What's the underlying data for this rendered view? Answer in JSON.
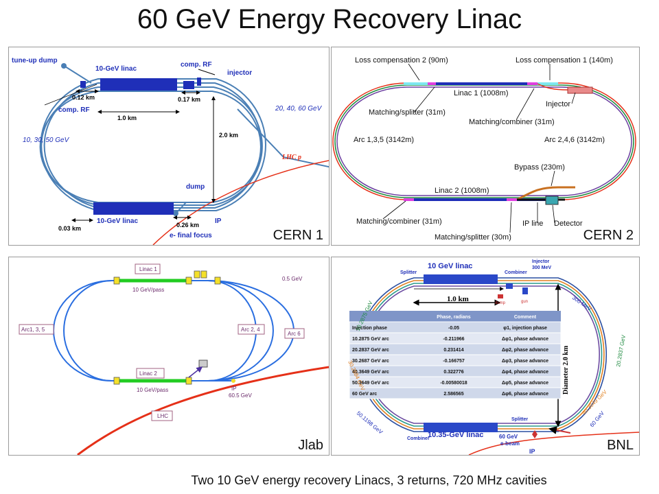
{
  "title": "60 GeV Energy Recovery Linac",
  "footer": "Two 10 GeV energy recovery Linacs, 3 returns, 720 MHz cavities",
  "colors": {
    "beamline": "#4a7fb5",
    "linac": "#1f2fb8",
    "jlab_linac": "#22cc22",
    "lhc": "#e53018",
    "orange": "#e08020",
    "cyan": "#7fe8f0",
    "magenta": "#e040e0"
  },
  "cern1": {
    "corner_label": "CERN 1",
    "tuneup_dump": "tune-up dump",
    "linac_top": "10-GeV linac",
    "comp_rf_top": "comp. RF",
    "injector": "injector",
    "d012": "0.12 km",
    "d017": "0.17 km",
    "comp_rf_left": "comp. RF",
    "d10": "1.0 km",
    "energies_right": "20, 40, 60 GeV",
    "energies_left": "10, 30, 50 GeV",
    "d20": "2.0 km",
    "lhc_p": "LHC p",
    "dump": "dump",
    "d003": "0.03 km",
    "linac_bottom": "10-GeV linac",
    "d026": "0.26 km",
    "ip": "IP",
    "final_focus": "e- final focus"
  },
  "cern2": {
    "corner_label": "CERN 2",
    "loss2": "Loss compensation 2 (90m)",
    "loss1": "Loss compensation 1 (140m)",
    "linac1": "Linac 1 (1008m)",
    "injector": "Injector",
    "ms31": "Matching/splitter (31m)",
    "mc31_top": "Matching/combiner (31m)",
    "arc135": "Arc 1,3,5 (3142m)",
    "arc246": "Arc 2,4,6 (3142m)",
    "bypass": "Bypass (230m)",
    "linac2": "Linac 2 (1008m)",
    "mc31_bottom": "Matching/combiner (31m)",
    "ipline": "IP line",
    "detector": "Detector",
    "ms30": "Matching/splitter (30m)"
  },
  "jlab": {
    "corner_label": "Jlab",
    "linac1": "Linac 1",
    "pass1": "10 GeV/pass",
    "e05": "0.5 GeV",
    "arc135": "Arc1, 3, 5",
    "arc24": "Arc 2, 4",
    "arc6": "Arc 6",
    "linac2": "Linac 2",
    "pass2": "10 GeV/pass",
    "ip": "IP",
    "e605": "60.5 GeV",
    "lhc": "LHC"
  },
  "bnl": {
    "corner_label": "BNL",
    "splitter_top": "Splitter",
    "linac_top": "10 GeV linac",
    "combiner_top": "Combiner",
    "injector": "Injector",
    "inj_energy": "300 MeV",
    "d10": "1.0 km",
    "dump": "dump",
    "gun": "gun",
    "mev300": "300 MeV",
    "e10": "10.2875 GeV",
    "e20": "20.2837 GeV",
    "e30": "30.2684 GeV",
    "e40": "40.3649 GeV",
    "e50": "50.1198 GeV",
    "e60": "60 GeV",
    "diameter": "Diameter  2.0 km",
    "linac_bottom": "10.35-GeV linac",
    "splitter_bottom": "Splitter",
    "combiner_bottom": "Combiner",
    "e60b": "60 GeV",
    "ebeam": "e-beam",
    "ip": "IP",
    "table_headers": [
      "",
      "Phase, radians",
      "Comment"
    ],
    "table_rows": [
      [
        "Injection phase",
        "-0.05",
        "φ1, injection phase"
      ],
      [
        "10.2875 GeV arc",
        "-0.211966",
        "Δφ1, phase advance"
      ],
      [
        "20.2837 GeV arc",
        "0.231414",
        "Δφ2, phase advance"
      ],
      [
        "30.2687 GeV arc",
        "-0.166757",
        "Δφ3, phase advance"
      ],
      [
        "40.3649 GeV arc",
        "0.322776",
        "Δφ4, phase advance"
      ],
      [
        "50.3649 GeV arc",
        "-0.00580018",
        "Δφ5, phase advance"
      ],
      [
        "60 GeV arc",
        "2.586565",
        "Δφ6, phase advance"
      ]
    ]
  }
}
